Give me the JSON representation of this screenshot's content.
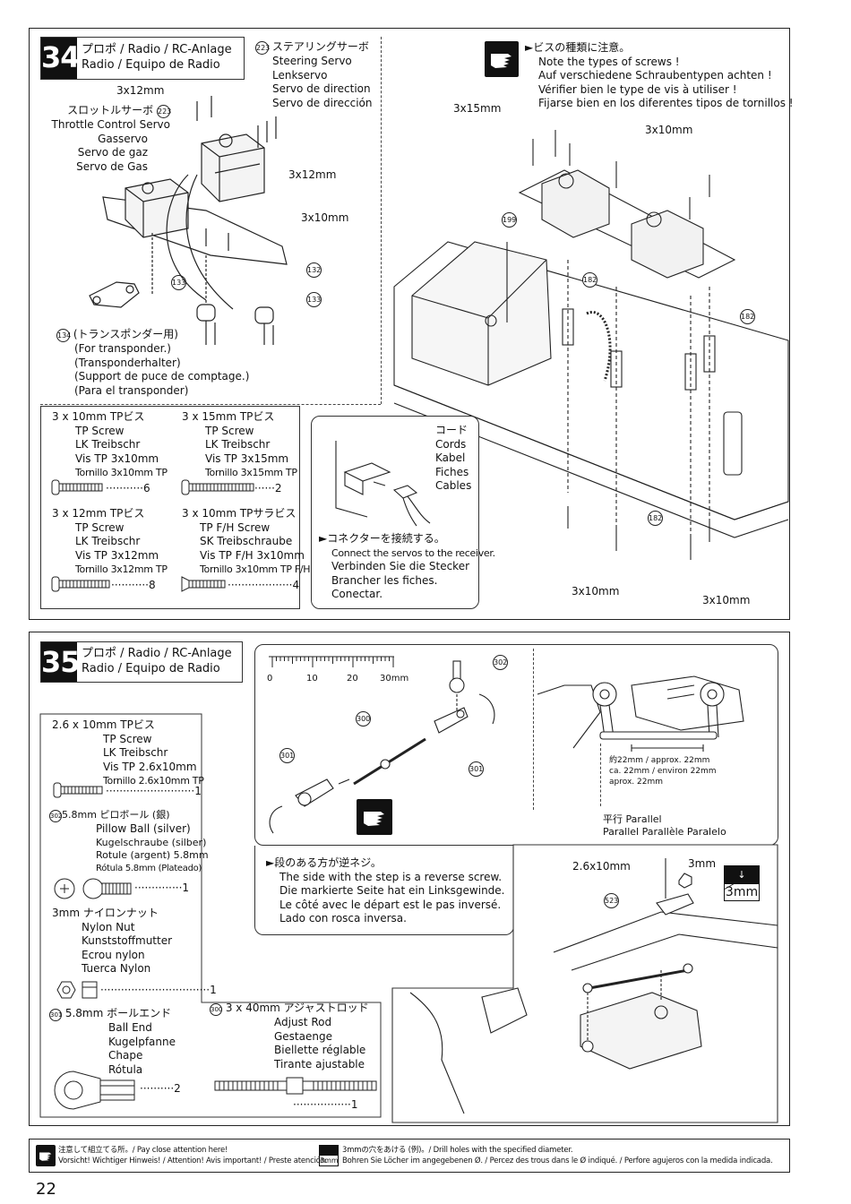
{
  "page_number": "22",
  "step34": {
    "number": "34",
    "title_line1": "プロポ / Radio / RC-Anlage",
    "title_line2": "Radio / Equipo de Radio",
    "ref223": "223",
    "steering_servo": [
      "ステアリングサーボ",
      "Steering Servo",
      "Lenkservo",
      "Servo de direction",
      "Servo de dirección"
    ],
    "throttle_servo": [
      "スロットルサーボ",
      "Throttle Control Servo",
      "Gasservo",
      "Servo de gaz",
      "Servo de Gas"
    ],
    "label_3x12_a": "3x12mm",
    "label_3x12_b": "3x12mm",
    "label_3x10": "3x10mm",
    "ref132": "132",
    "ref133a": "133",
    "ref133b": "133",
    "ref134": "134",
    "transponder": [
      "(トランスポンダー用)",
      "(For transponder.)",
      "(Transponderhalter)",
      "(Support de puce de comptage.)",
      "(Para el transponder)"
    ],
    "note_icon": "pointing-hand-icon",
    "note_lines": [
      "►ビスの種類に注意。",
      "Note the types of screws !",
      "Auf verschiedene Schraubentypen achten !",
      "Vérifier bien le type de vis à utiliser !",
      "Fijarse bien en los diferentes tipos de tornillos !"
    ],
    "label_3x15": "3x15mm",
    "label_3x10_top": "3x10mm",
    "label_3x10_bl": "3x10mm",
    "label_3x10_br": "3x10mm",
    "ref199": "199",
    "ref182a": "182",
    "ref182b": "182",
    "ref182c": "182",
    "parts": [
      {
        "lines": [
          "3 x 10mm  TPビス",
          "TP Screw",
          "LK Treibschr",
          "Vis TP 3x10mm"
        ],
        "small": "Tornillo 3x10mm TP",
        "qty": "6"
      },
      {
        "lines": [
          "3 x 15mm  TPビス",
          "TP Screw",
          "LK Treibschr",
          "Vis TP 3x15mm"
        ],
        "small": "Tornillo 3x15mm TP",
        "qty": "2"
      },
      {
        "lines": [
          "3 x 12mm TPビス",
          "TP Screw",
          "LK Treibschr",
          "Vis TP 3x12mm"
        ],
        "small": "Tornillo 3x12mm TP",
        "qty": "8"
      },
      {
        "lines": [
          "3 x 10mm  TPサラビス",
          "TP F/H Screw",
          "SK Treibschraube",
          "Vis TP F/H 3x10mm"
        ],
        "small": "Tornillo 3x10mm TP F/H",
        "qty": "4"
      }
    ],
    "cord_lines": [
      "コード",
      "Cords",
      "Kabel",
      "Fiches",
      "Cables"
    ],
    "connect_lines": [
      "►コネクターを接続する。",
      "Connect the servos to the receiver.",
      "Verbinden Sie die Stecker",
      "Brancher les fiches.",
      "Conectar."
    ]
  },
  "step35": {
    "number": "35",
    "title_line1": "プロポ / Radio / RC-Anlage",
    "title_line2": "Radio / Equipo de Radio",
    "ruler_ticks": [
      "0",
      "10",
      "20",
      "30mm"
    ],
    "ref302": "302",
    "ref300": "300",
    "ref301a": "301",
    "ref301b": "301",
    "approx_lines": [
      "約22mm /  approx. 22mm",
      "ca. 22mm / environ 22mm",
      "aprox. 22mm"
    ],
    "parallel_lines": [
      "平行      Parallel",
      "Parallel   Parallèle   Paralelo"
    ],
    "reverse_lines": [
      "►段のある方が逆ネジ。",
      "The side with the step is a reverse screw.",
      "Die markierte Seite hat ein Linksgewinde.",
      "Le côté avec le départ est le pas inversé.",
      "Lado con rosca inversa."
    ],
    "label_26x10": "2.6x10mm",
    "label_3mm": "3mm",
    "drill_3mm": "3mm",
    "ref523": "523",
    "part_screw": {
      "lines": [
        "2.6 x 10mm  TPビス",
        "TP Screw",
        "LK Treibschr",
        "Vis TP 2.6x10mm"
      ],
      "small": "Tornillo 2.6x10mm TP",
      "qty": "1"
    },
    "part_pillow": {
      "head": "302",
      "lines": [
        "5.8mm ピロボール (銀)",
        "Pillow Ball (silver)",
        "Kugelschraube (silber)",
        "Rotule (argent) 5.8mm"
      ],
      "small": "Rótula 5.8mm (Plateado)",
      "qty": "1"
    },
    "part_nut": {
      "lines": [
        "3mm ナイロンナット",
        "Nylon Nut",
        "Kunststoffmutter",
        "Ecrou nylon",
        "Tuerca Nylon"
      ],
      "qty": "1"
    },
    "part_ballend": {
      "head": "301",
      "lines": [
        "5.8mm  ボールエンド",
        "Ball End",
        "Kugelpfanne",
        "Chape",
        "Rótula"
      ],
      "qty": "2"
    },
    "part_rod": {
      "head": "300",
      "lines": [
        "3 x 40mm  アジャストロッド",
        "Adjust Rod",
        "Gestaenge",
        "Biellette réglable",
        "Tirante ajustable"
      ],
      "qty": "1"
    }
  },
  "footer": {
    "attention_jp": "注意して組立てる所。/ Pay close attention here!",
    "attention_multi": "Vorsicht!  Wichtiger Hinweis! / Attention! Avis important! / Preste atención.",
    "drill_icon": "3mm",
    "drill_jp": "3mmの穴をあける (例)。/ Drill holes with the specified diameter.",
    "drill_multi": "Bohren Sie Löcher im angegebenen Ø. / Percez des trous dans le Ø indiqué. / Perfore agujeros con la medida indicada."
  }
}
